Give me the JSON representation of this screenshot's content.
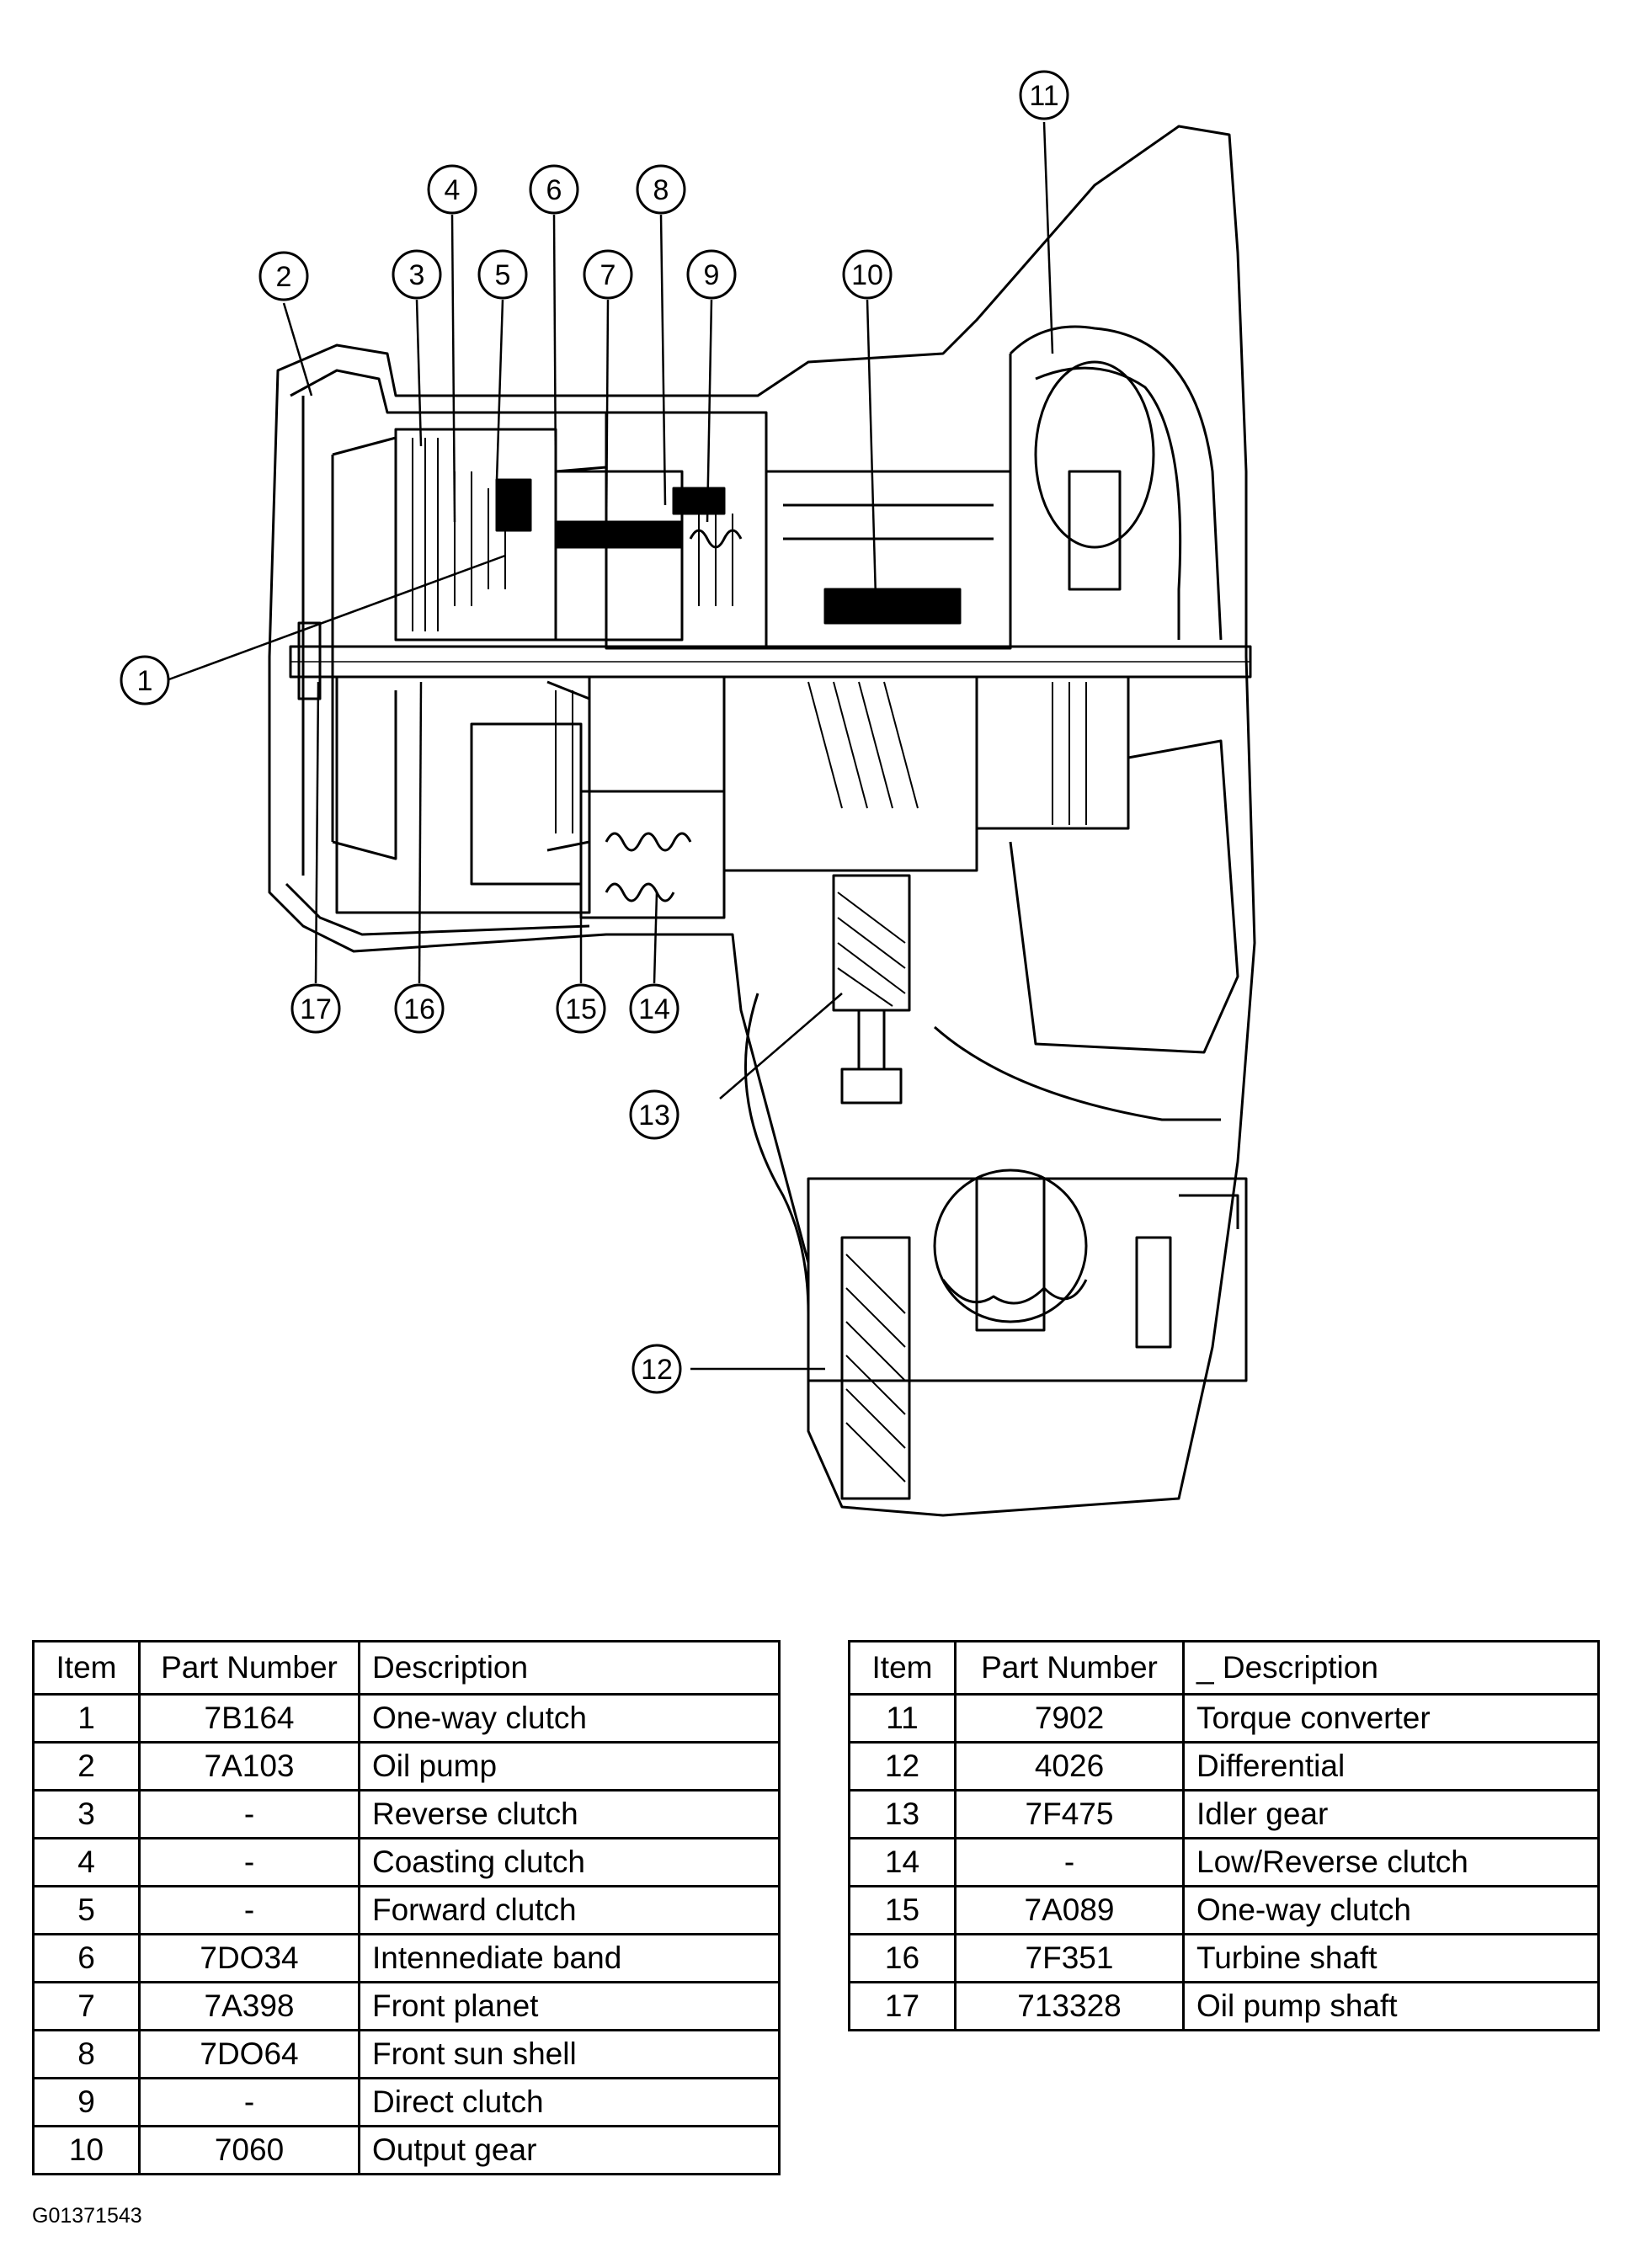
{
  "callouts": [
    "1",
    "2",
    "3",
    "4",
    "5",
    "6",
    "7",
    "8",
    "9",
    "10",
    "11",
    "12",
    "13",
    "14",
    "15",
    "16",
    "17"
  ],
  "table_left": {
    "headers": [
      "Item",
      "Part Number",
      "Description"
    ],
    "rows": [
      [
        "1",
        "7B164",
        "One-way clutch"
      ],
      [
        "2",
        "7A103",
        "Oil pump"
      ],
      [
        "3",
        "-",
        "Reverse clutch"
      ],
      [
        "4",
        "-",
        "Coasting clutch"
      ],
      [
        "5",
        "-",
        "Forward clutch"
      ],
      [
        "6",
        "7DO34",
        "Intennediate band"
      ],
      [
        "7",
        "7A398",
        "Front planet"
      ],
      [
        "8",
        "7DO64",
        "Front sun shell"
      ],
      [
        "9",
        "-",
        "Direct clutch"
      ],
      [
        "10",
        "7060",
        "Output gear"
      ]
    ]
  },
  "table_right": {
    "headers": [
      "Item",
      "Part Number",
      "_ Description"
    ],
    "rows": [
      [
        "11",
        "7902",
        "Torque converter"
      ],
      [
        "12",
        "4026",
        "Differential"
      ],
      [
        "13",
        "7F475",
        "Idler gear"
      ],
      [
        "14",
        "-",
        "Low/Reverse clutch"
      ],
      [
        "15",
        "7A089",
        "One-way clutch"
      ],
      [
        "16",
        "7F351",
        "Turbine shaft"
      ],
      [
        "17",
        "713328",
        "Oil pump shaft"
      ]
    ]
  },
  "caption": "G01371543"
}
